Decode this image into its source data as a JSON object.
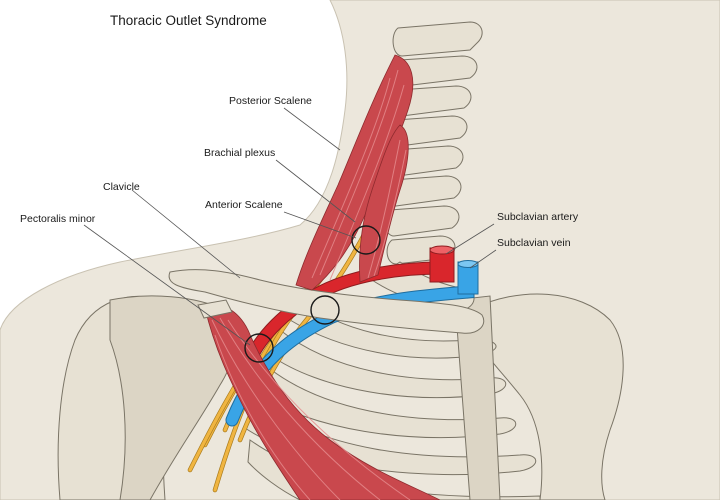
{
  "title": "Thoracic Outlet Syndrome",
  "labels": {
    "posterior_scalene": "Posterior Scalene",
    "brachial_plexus": "Brachial plexus",
    "clavicle": "Clavicle",
    "anterior_scalene": "Anterior Scalene",
    "pectoralis_minor": "Pectoralis minor",
    "subclavian_artery": "Subclavian artery",
    "subclavian_vein": "Subclavian vein"
  },
  "colors": {
    "muscle": "#c9484d",
    "nerve": "#f0b541",
    "artery": "#d9262c",
    "vein": "#39a4e6",
    "bone": "#e7e1d3",
    "skin": "#ece7dc"
  }
}
